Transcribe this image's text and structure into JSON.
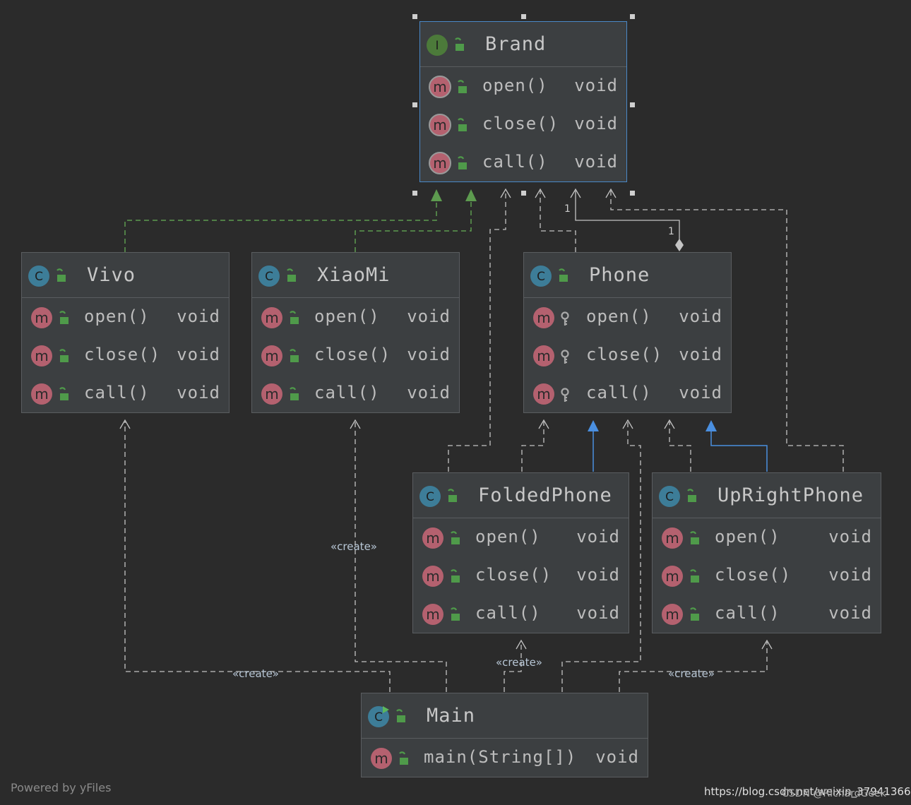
{
  "classes": {
    "brand": {
      "name": "Brand",
      "badge": "I",
      "methods": [
        {
          "name": "open()",
          "type": "void"
        },
        {
          "name": "close()",
          "type": "void"
        },
        {
          "name": "call()",
          "type": "void"
        }
      ]
    },
    "vivo": {
      "name": "Vivo",
      "badge": "C",
      "methods": [
        {
          "name": "open()",
          "type": "void"
        },
        {
          "name": "close()",
          "type": "void"
        },
        {
          "name": "call()",
          "type": "void"
        }
      ]
    },
    "xiaomi": {
      "name": "XiaoMi",
      "badge": "C",
      "methods": [
        {
          "name": "open()",
          "type": "void"
        },
        {
          "name": "close()",
          "type": "void"
        },
        {
          "name": "call()",
          "type": "void"
        }
      ]
    },
    "phone": {
      "name": "Phone",
      "badge": "C",
      "methods": [
        {
          "name": "open()",
          "type": "void"
        },
        {
          "name": "close()",
          "type": "void"
        },
        {
          "name": "call()",
          "type": "void"
        }
      ]
    },
    "foldedphone": {
      "name": "FoldedPhone",
      "badge": "C",
      "methods": [
        {
          "name": "open()",
          "type": "void"
        },
        {
          "name": "close()",
          "type": "void"
        },
        {
          "name": "call()",
          "type": "void"
        }
      ]
    },
    "uprightphone": {
      "name": "UpRightPhone",
      "badge": "C",
      "methods": [
        {
          "name": "open()",
          "type": "void"
        },
        {
          "name": "close()",
          "type": "void"
        },
        {
          "name": "call()",
          "type": "void"
        }
      ]
    },
    "main": {
      "name": "Main",
      "badge": "C",
      "methods": [
        {
          "name": "main(String[])",
          "type": "void"
        }
      ]
    }
  },
  "labels": {
    "create": "«create»",
    "mult_one": "1"
  },
  "footer": {
    "powered": "Powered by yFiles",
    "watermark": "https://blog.csdn.net/weixin_37941366",
    "watermark2": "CSDN @RichardGeek"
  },
  "colors": {
    "background": "#2b2b2b",
    "class_fill": "#3c3f41",
    "interface_badge": "#4c7a3a",
    "class_badge": "#3d7d98",
    "method_badge": "#b4616f",
    "public_lock": "#4f9a4a",
    "implements_edge": "#5d9b4f",
    "extends_edge": "#4a8fe0",
    "dependency_edge": "#c4c4c4",
    "selection_border": "#4a88c7"
  }
}
